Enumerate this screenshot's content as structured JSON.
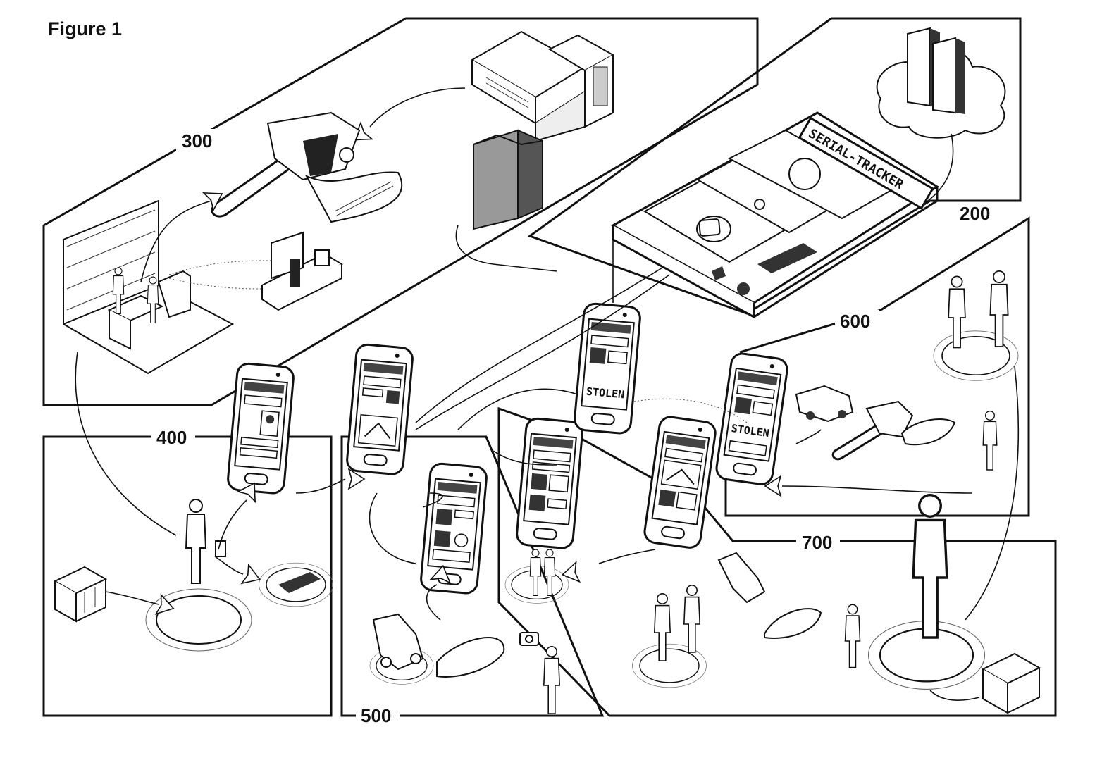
{
  "figure_title": "Figure 1",
  "ref_labels": {
    "r200": "200",
    "r300": "300",
    "r400": "400",
    "r500": "500",
    "r600": "600",
    "r700": "700"
  },
  "platform_sign": "SERIAL-TRACKER",
  "phone_status": {
    "phone_600a": "STOLEN",
    "phone_600b": "STOLEN"
  },
  "icons": {
    "server_cloud": "server-rack-icon",
    "factory": "factory-building-icon",
    "chainsaw": "chainsaw-icon",
    "lawnmower": "lawnmower-icon",
    "car": "car-icon",
    "camera": "camera-icon",
    "package": "package-box-icon",
    "store": "retail-store-icon",
    "register": "cash-register-icon",
    "person": "person-icon"
  }
}
